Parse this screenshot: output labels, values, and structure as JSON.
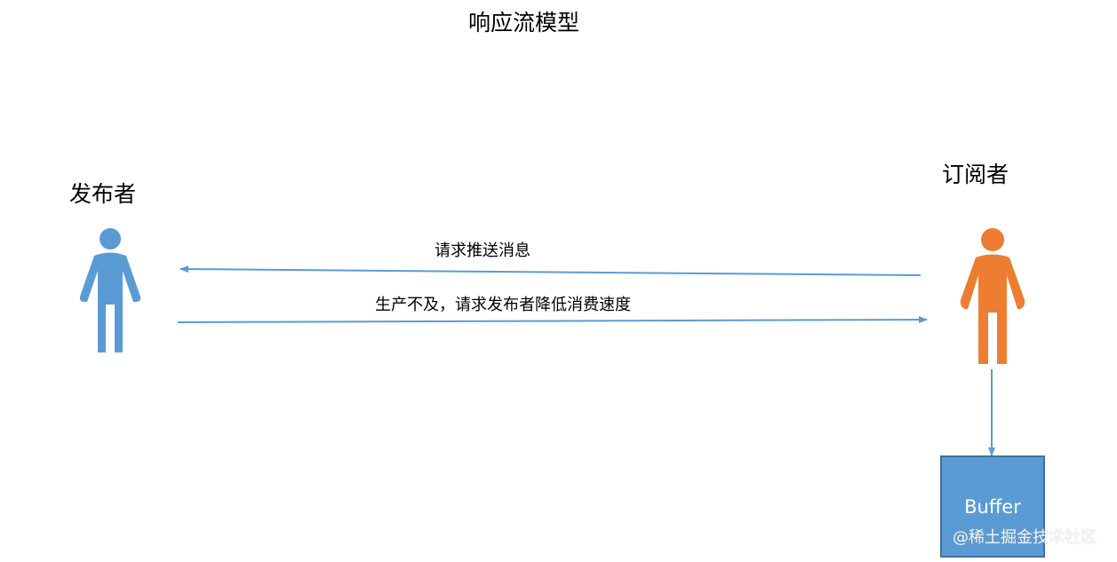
{
  "title": "响应流模型",
  "publisher": {
    "label": "发布者",
    "color": "#5b9bd5"
  },
  "subscriber": {
    "label": "订阅者",
    "color": "#ed7d31"
  },
  "messages": {
    "request_push": "请求推送消息",
    "slow_down": "生产不及，请求发布者降低消费速度"
  },
  "buffer": {
    "label": "Buffer",
    "fill": "#5b9bd5",
    "stroke": "#41719c"
  },
  "arrow_color": "#5b9bd5",
  "watermark": "@稀土掘金技术社区"
}
